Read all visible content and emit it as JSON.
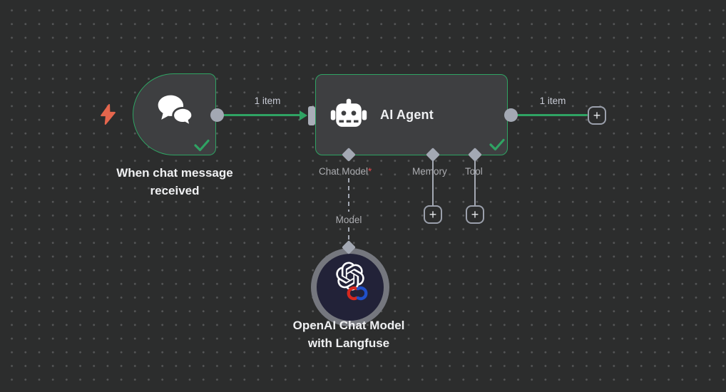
{
  "colors": {
    "background": "#2c2d2d",
    "grid_dot": "#565758",
    "node_fill": "#3e3f41",
    "success_green": "#2fa363",
    "connector_gray": "#a3a8b3",
    "port_label_gray": "#acadb1",
    "edge_label_gray": "#c9ccd6",
    "required_red": "#e5484d",
    "model_ring_gray": "#75777e",
    "model_fill_navy": "#222238",
    "trigger_pin_orange": "#e5664d"
  },
  "icons": {
    "trigger": "chat-bubbles-icon",
    "trigger_pin": "lightning-bolt-icon",
    "agent": "robot-icon",
    "model": "openai-logo-icon",
    "model_badge": "red-blue-links-icon",
    "success": "checkmark-icon",
    "add": "plus-icon"
  },
  "trigger_node": {
    "label_line1": "When chat message",
    "label_line2": "received"
  },
  "agent_node": {
    "title": "AI Agent",
    "ports": {
      "chat_model": "Chat Model",
      "required_marker": "*",
      "memory": "Memory",
      "tool": "Tool"
    }
  },
  "model_node": {
    "label_line1": "OpenAI Chat Model",
    "label_line2": "with Langfuse",
    "edge_label": "Model"
  },
  "edges": {
    "trigger_to_agent_label": "1 item",
    "agent_output_label": "1 item"
  },
  "buttons": {
    "plus_label": "+"
  }
}
